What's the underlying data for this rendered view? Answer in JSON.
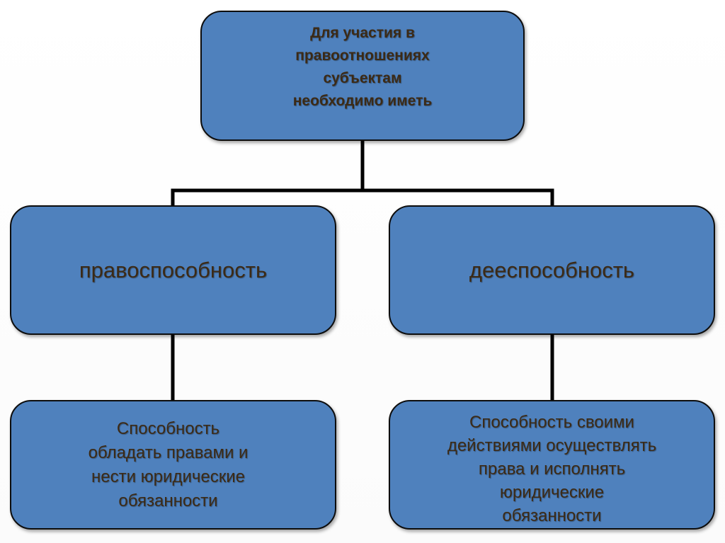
{
  "diagram": {
    "nodes": {
      "top": {
        "text": "Для  участия в\nправоотношениях\nсубъектам\n необходимо иметь"
      },
      "left": {
        "text": "правоспособность"
      },
      "right": {
        "text": "дееспособность"
      },
      "left_detail": {
        "text": "Способность\n обладать правами и\n нести юридические\n обязанности"
      },
      "right_detail": {
        "text": "Способность своими\n действиями осуществлять\n права и исполнять\n юридические\n обязанности"
      }
    },
    "edges": [
      {
        "from": "top",
        "to": "left"
      },
      {
        "from": "top",
        "to": "right"
      },
      {
        "from": "left",
        "to": "left_detail"
      },
      {
        "from": "right",
        "to": "right_detail"
      }
    ]
  },
  "colors": {
    "node_fill": "#4f81bd",
    "node_border": "#0d0d0d",
    "text": "#3b2a16",
    "connector": "#000000"
  }
}
